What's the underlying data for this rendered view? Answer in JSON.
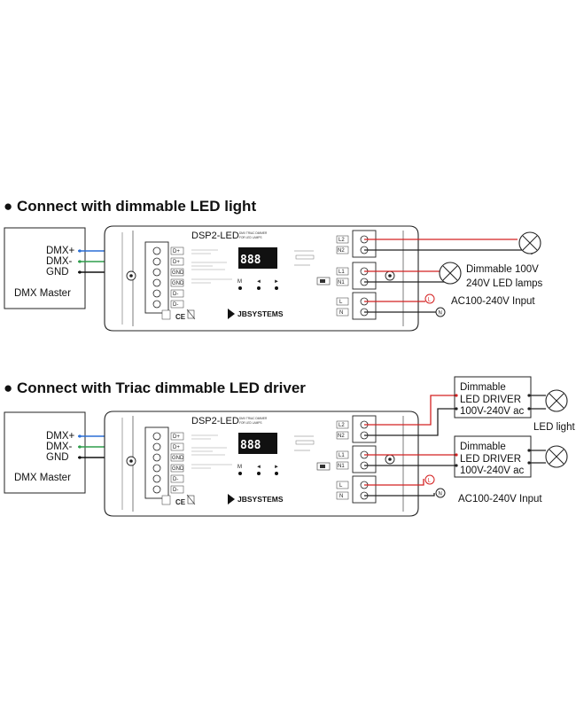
{
  "sections": [
    {
      "title": "● Connect with dimmable LED light",
      "master_label": "DMX Master",
      "dmx_plus": "DMX+",
      "dmx_minus": "DMX-",
      "gnd": "GND",
      "output_label_1": "Dimmable 100V",
      "output_label_2": "240V LED lamps",
      "input_label": "AC100-240V Input"
    },
    {
      "title": "● Connect with Triac dimmable LED driver",
      "master_label": "DMX Master",
      "dmx_plus": "DMX+",
      "dmx_minus": "DMX-",
      "gnd": "GND",
      "driver_line1": "Dimmable",
      "driver_line2": "LED DRIVER",
      "driver_line3": "100V-240V ac",
      "led_light_label": "LED light",
      "input_label": "AC100-240V Input"
    }
  ],
  "device": {
    "model": "DSP2-LED",
    "subtitle_1": "DMX TRIAC DIMMER",
    "subtitle_2": "FOR LED LAMPS",
    "display": "888",
    "m_button": "M",
    "brand": "JBSYSTEMS",
    "ce_mark": "CE",
    "dmx_terminals": [
      "D+",
      "D+",
      "GND",
      "GND",
      "D-",
      "D-"
    ],
    "out_terminals": [
      "L2",
      "N2",
      "L1",
      "N1",
      "L",
      "N"
    ],
    "phase_marker": "L",
    "neutral_marker": "N"
  },
  "colors": {
    "blue": "#2b6fd6",
    "green": "#2f9d4c",
    "red": "#d42020",
    "black": "#111111",
    "line": "#222222"
  }
}
